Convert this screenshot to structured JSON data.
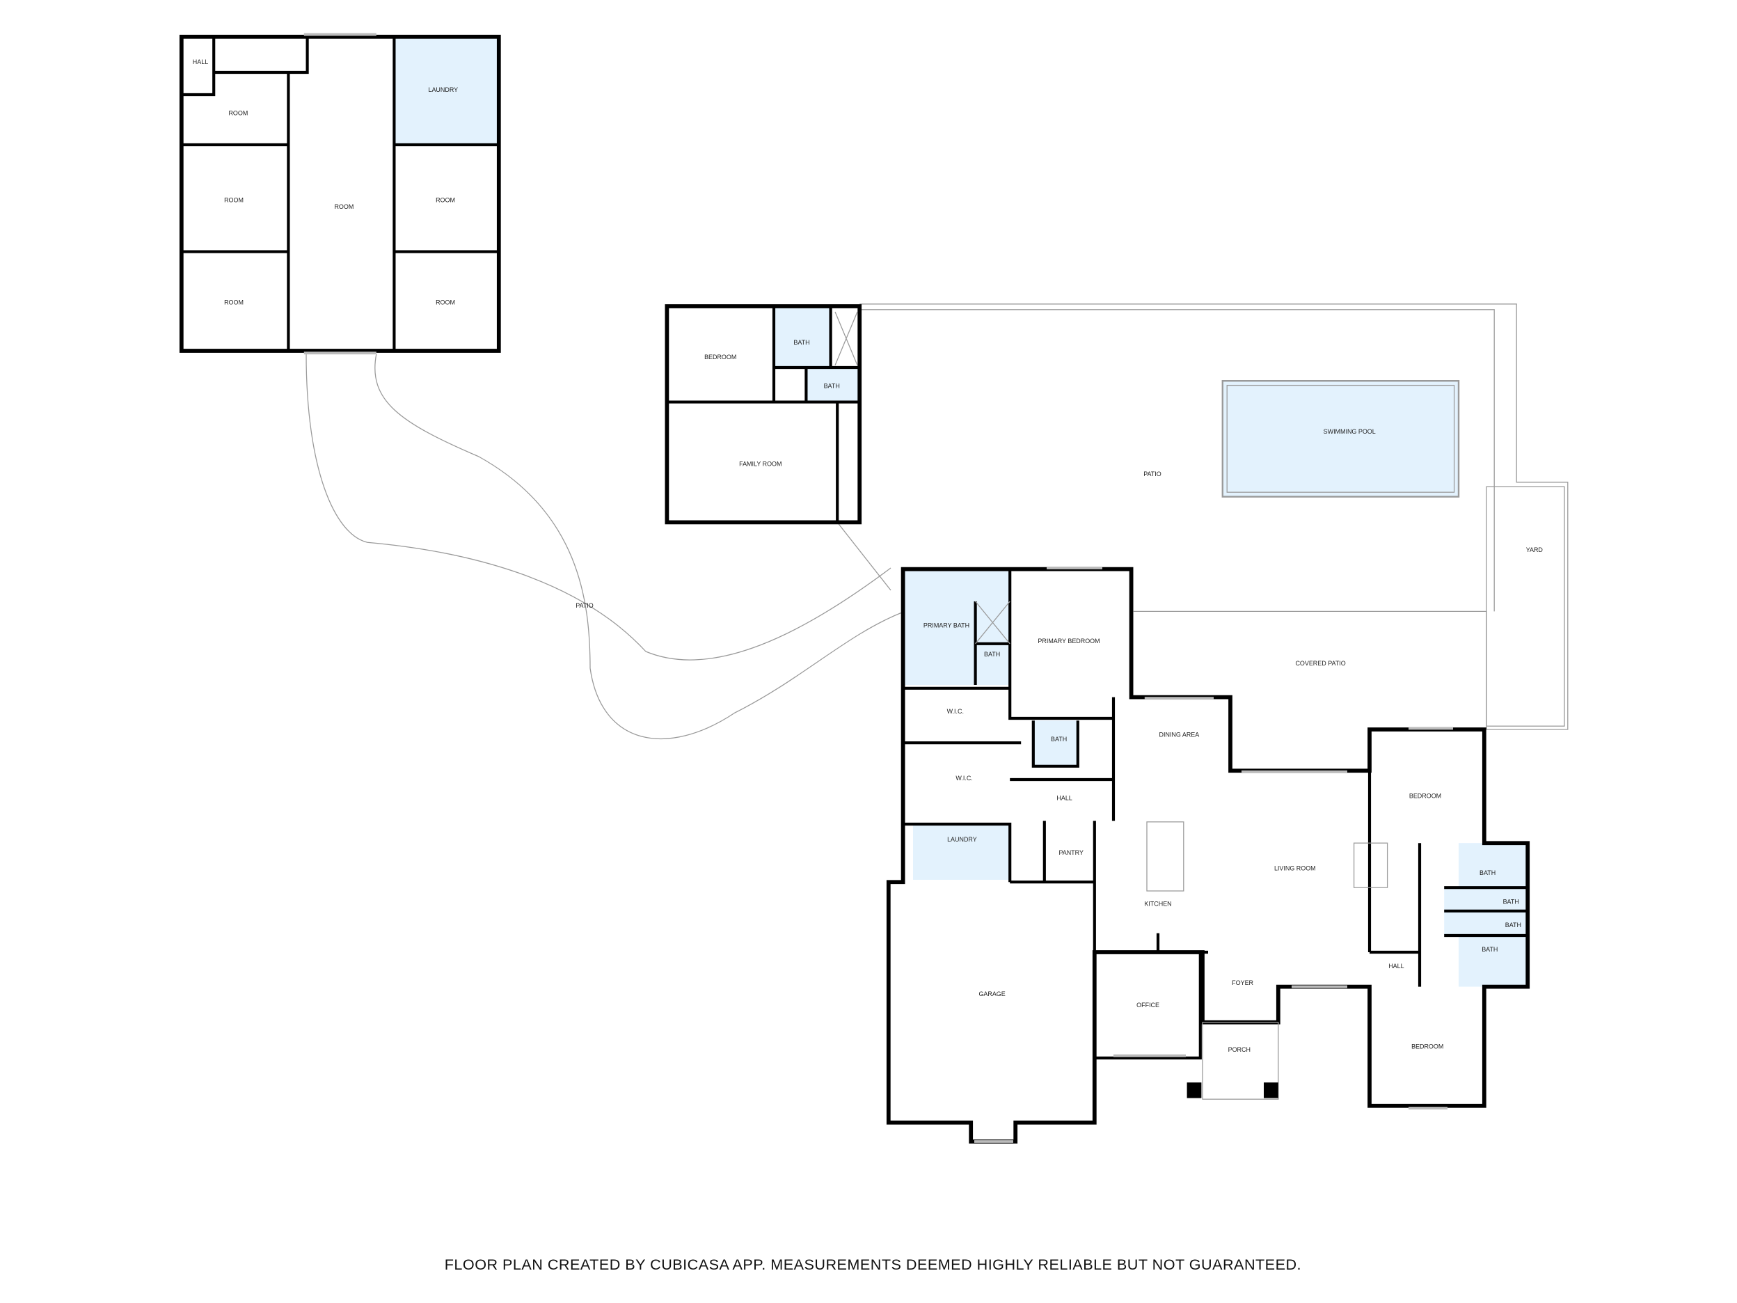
{
  "labels": {
    "gh_hall": "HALL",
    "gh_room1": "ROOM",
    "gh_room2": "ROOM",
    "gh_room_center": "ROOM",
    "gh_room3": "ROOM",
    "gh_room4": "ROOM",
    "gh_room5": "ROOM",
    "gh_laundry": "LAUNDRY",
    "ph_bedroom": "BEDROOM",
    "ph_bath1": "BATH",
    "ph_bath2": "BATH",
    "ph_family": "FAMILY ROOM",
    "patio": "PATIO",
    "pool": "SWIMMING POOL",
    "yard": "YARD",
    "patio_path": "PATIO",
    "primary_bath": "PRIMARY BATH",
    "primary_bedroom": "PRIMARY BEDROOM",
    "primary_wc": "BATH",
    "covered_patio": "COVERED PATIO",
    "wic1": "W.I.C.",
    "dining": "DINING AREA",
    "bath_hall": "BATH",
    "wic2": "W.I.C.",
    "hall": "HALL",
    "bedroom_right": "BEDROOM",
    "laundry": "LAUNDRY",
    "pantry": "PANTRY",
    "living": "LIVING ROOM",
    "bath_r1": "BATH",
    "bath_r2": "BATH",
    "bath_r3": "BATH",
    "kitchen": "KITCHEN",
    "bath_r4": "BATH",
    "hall_right": "HALL",
    "foyer": "FOYER",
    "garage": "GARAGE",
    "office": "OFFICE",
    "porch": "PORCH",
    "bedroom_bottom": "BEDROOM"
  },
  "footer": "FLOOR PLAN CREATED BY CUBICASA APP. MEASUREMENTS DEEMED HIGHLY RELIABLE BUT NOT GUARANTEED.",
  "colors": {
    "wet_room": "#e3f2fd",
    "wall": "#000000"
  }
}
